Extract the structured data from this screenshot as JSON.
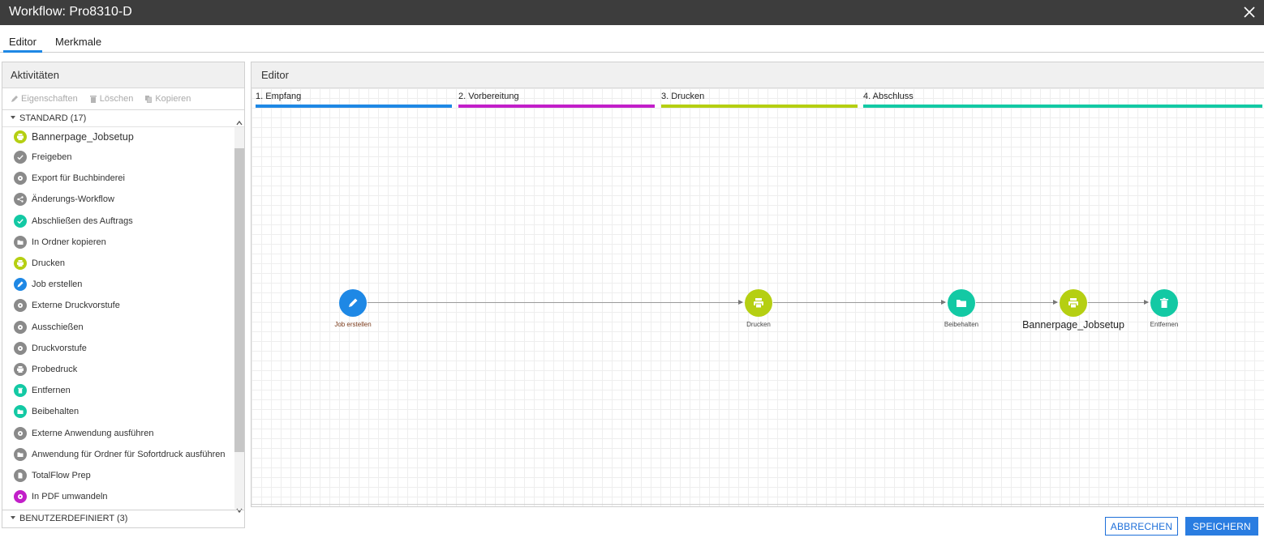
{
  "window": {
    "title": "Workflow: Pro8310-D"
  },
  "tabs": [
    {
      "label": "Editor",
      "active": true
    },
    {
      "label": "Merkmale",
      "active": false
    }
  ],
  "left_panel": {
    "title": "Aktivitäten",
    "toolbar": {
      "properties": "Eigenschaften",
      "delete": "Löschen",
      "copy": "Kopieren"
    },
    "group_standard": "STANDARD (17)",
    "group_custom": "BENUTZERDEFINIERT (3)",
    "items": [
      {
        "label": "Bannerpage_Jobsetup",
        "icon": "printer-icon",
        "color": "#b5cf12"
      },
      {
        "label": "Freigeben",
        "icon": "check-icon",
        "color": "#8a8a8a"
      },
      {
        "label": "Export für Buchbinderei",
        "icon": "gear-icon",
        "color": "#8a8a8a"
      },
      {
        "label": "Änderungs-Workflow",
        "icon": "share-icon",
        "color": "#8a8a8a"
      },
      {
        "label": "Abschließen des Auftrags",
        "icon": "check-icon",
        "color": "#13c9a4"
      },
      {
        "label": "In Ordner kopieren",
        "icon": "folder-icon",
        "color": "#8a8a8a"
      },
      {
        "label": "Drucken",
        "icon": "printer-icon",
        "color": "#b5cf12"
      },
      {
        "label": "Job erstellen",
        "icon": "pencil-icon",
        "color": "#1e88e5"
      },
      {
        "label": "Externe Druckvorstufe",
        "icon": "gear-icon",
        "color": "#8a8a8a"
      },
      {
        "label": "Ausschießen",
        "icon": "gear-icon",
        "color": "#8a8a8a"
      },
      {
        "label": "Druckvorstufe",
        "icon": "gear-icon",
        "color": "#8a8a8a"
      },
      {
        "label": "Probedruck",
        "icon": "printer-icon",
        "color": "#8a8a8a"
      },
      {
        "label": "Entfernen",
        "icon": "trash-icon",
        "color": "#13c9a4"
      },
      {
        "label": "Beibehalten",
        "icon": "folder-icon",
        "color": "#13c9a4"
      },
      {
        "label": "Externe Anwendung ausführen",
        "icon": "gear-icon",
        "color": "#8a8a8a"
      },
      {
        "label": "Anwendung für Ordner für Sofortdruck ausführen",
        "icon": "folder-icon",
        "color": "#8a8a8a"
      },
      {
        "label": "TotalFlow Prep",
        "icon": "document-icon",
        "color": "#8a8a8a"
      },
      {
        "label": "In PDF umwandeln",
        "icon": "gear-icon",
        "color": "#c21fc9"
      }
    ]
  },
  "editor": {
    "title": "Editor",
    "phases": [
      {
        "label": "1. Empfang",
        "color": "#1e88e5"
      },
      {
        "label": "2. Vorbereitung",
        "color": "#c21fc9"
      },
      {
        "label": "3. Drucken",
        "color": "#b5cf12"
      },
      {
        "label": "4. Abschluss",
        "color": "#13c9a4"
      }
    ],
    "nodes": [
      {
        "label": "Job erstellen",
        "icon": "pencil-icon",
        "color": "#1e88e5"
      },
      {
        "label": "Drucken",
        "icon": "printer-icon",
        "color": "#b5cf12"
      },
      {
        "label": "Beibehalten",
        "icon": "folder-icon",
        "color": "#13c9a4"
      },
      {
        "label": "Bannerpage_Jobsetup",
        "icon": "printer-icon",
        "color": "#b5cf12"
      },
      {
        "label": "Entfernen",
        "icon": "trash-icon",
        "color": "#13c9a4"
      }
    ]
  },
  "buttons": {
    "cancel": "ABBRECHEN",
    "save": "SPEICHERN"
  }
}
